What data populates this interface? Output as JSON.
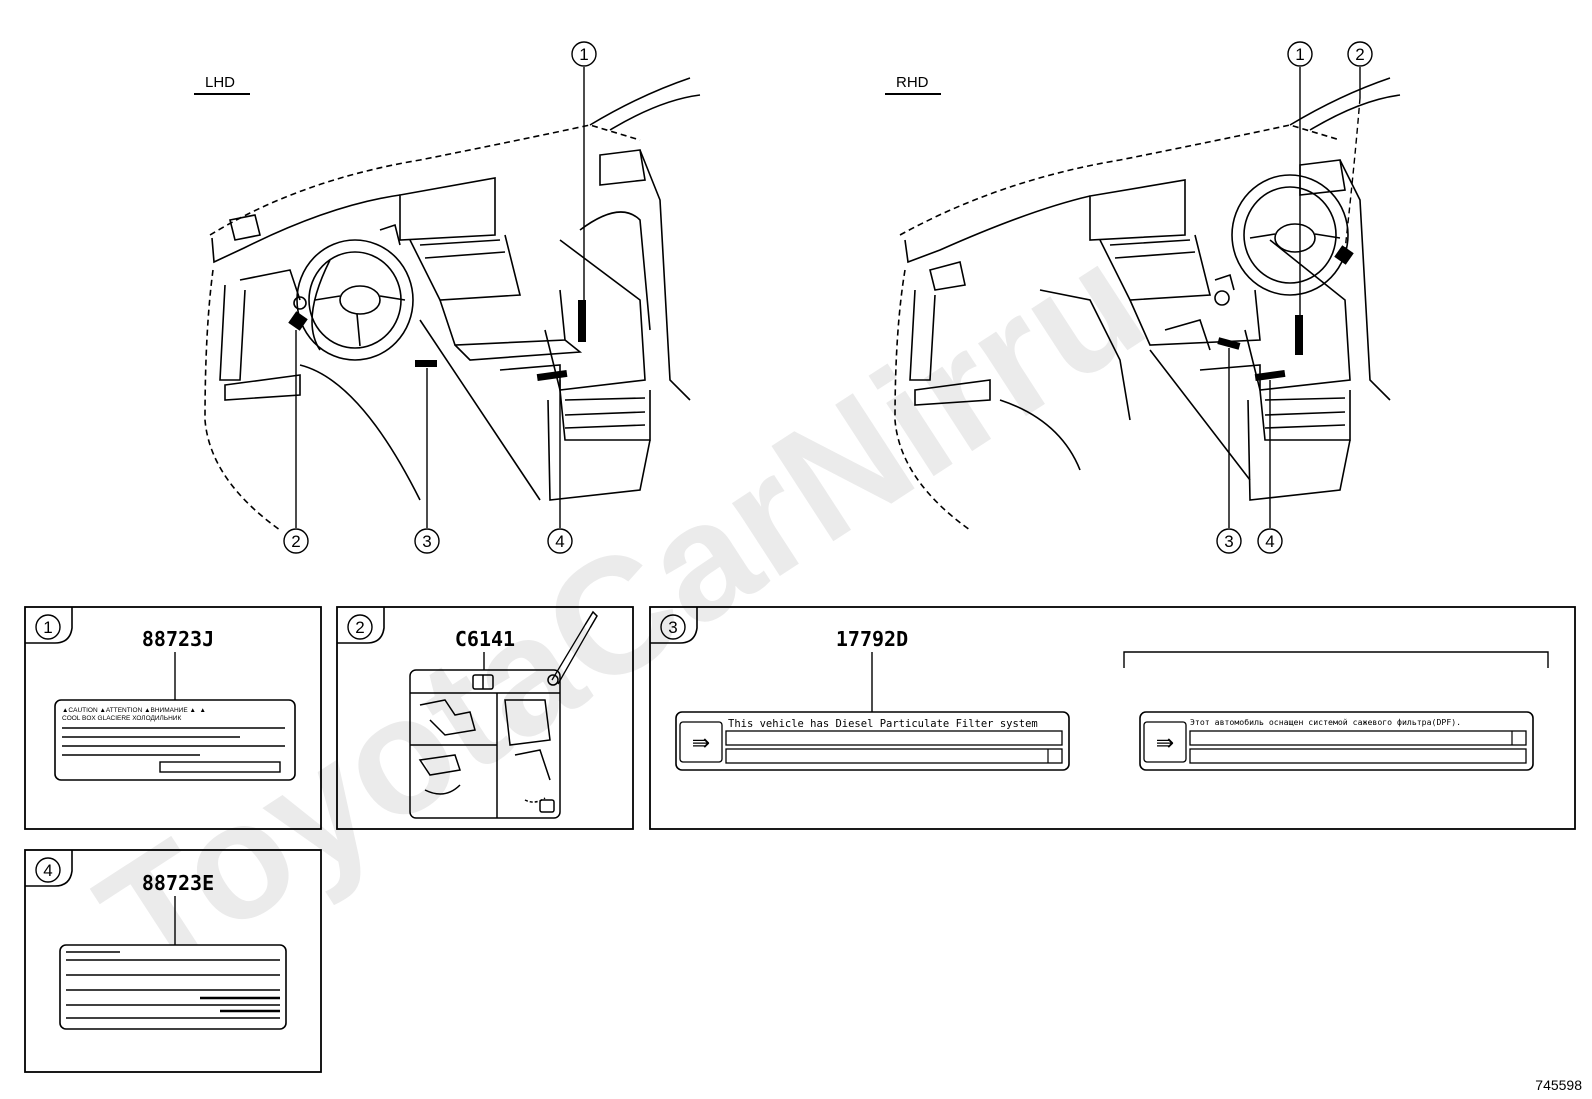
{
  "views": {
    "lhd": {
      "label": "LHD"
    },
    "rhd": {
      "label": "RHD"
    }
  },
  "callouts": [
    "1",
    "2",
    "3",
    "4"
  ],
  "parts": [
    {
      "num": "1",
      "code": "88723J",
      "label_text": "▲CAUTION ▲ATTENTION ▲ВНИМАНИЕ ▲  ▲",
      "label_text2": "COOL BOX  GLACIERE  ХОЛОДИЛЬНИК"
    },
    {
      "num": "2",
      "code": "C6141"
    },
    {
      "num": "3",
      "code": "17792D",
      "label_en": "This vehicle has Diesel Particulate Filter system",
      "label_ru": "Этот автомобиль оснащен системой сажевого фильтра(DPF)."
    },
    {
      "num": "4",
      "code": "88723E"
    }
  ],
  "diagram_id": "745598",
  "watermark": "ToyotaCarNirru"
}
